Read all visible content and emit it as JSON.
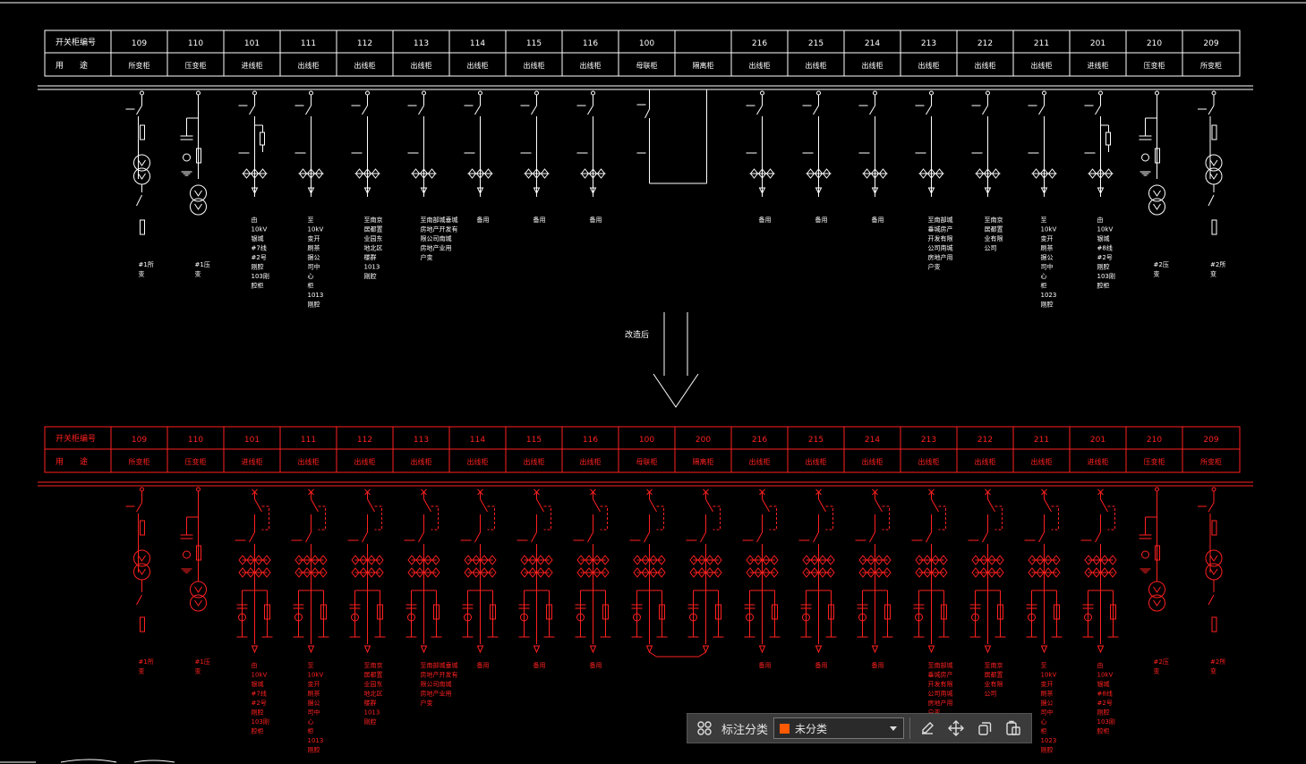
{
  "toolbar": {
    "label": "标注分类",
    "selected": "未分类",
    "selected_color": "#ff5a00",
    "icons": [
      "grid-icon",
      "edit-icon",
      "move-icon",
      "copy-icon",
      "paste-icon"
    ]
  },
  "arrow_label": "改造后",
  "colors": {
    "before": "#ffffff",
    "after": "#ff2020",
    "background": "#000000"
  },
  "before": {
    "header_label1": "开关柜编号",
    "header_label2": "用　　途",
    "columns": [
      {
        "no": "109",
        "use": "所变柜",
        "type": "pt",
        "desc": "#1所\n变"
      },
      {
        "no": "110",
        "use": "压变柜",
        "type": "vt",
        "desc": "#1压\n变"
      },
      {
        "no": "101",
        "use": "进线柜",
        "type": "inc",
        "desc": "由\n10kV\n银城\n#7线\n#2号\n刚腔\n103刚\n腔柜"
      },
      {
        "no": "111",
        "use": "出线柜",
        "type": "out",
        "desc": "至\n10kV\n变开\n刷茶\n据公\n司中\n心\n柜\n1013\n刚腔"
      },
      {
        "no": "112",
        "use": "出线柜",
        "type": "out",
        "desc": "至南京\n居都置\n业园东\n地北区\n楼群\n1013\n刚腔"
      },
      {
        "no": "113",
        "use": "出线柜",
        "type": "out",
        "desc": "至南部城垂城\n房地产开发有\n限公司南城\n房地产业用\n户变"
      },
      {
        "no": "114",
        "use": "出线柜",
        "type": "out",
        "desc": "备用"
      },
      {
        "no": "115",
        "use": "出线柜",
        "type": "out",
        "desc": "备用"
      },
      {
        "no": "116",
        "use": "出线柜",
        "type": "out",
        "desc": "备用"
      },
      {
        "no": "100",
        "use": "母联柜",
        "type": "tie",
        "desc": ""
      },
      {
        "no": "",
        "use": "隔离柜",
        "type": "empty",
        "desc": ""
      },
      {
        "no": "216",
        "use": "出线柜",
        "type": "out",
        "desc": "备用"
      },
      {
        "no": "215",
        "use": "出线柜",
        "type": "out",
        "desc": "备用"
      },
      {
        "no": "214",
        "use": "出线柜",
        "type": "out",
        "desc": "备用"
      },
      {
        "no": "213",
        "use": "出线柜",
        "type": "out",
        "desc": "至南部城\n垂城房产\n开发有限\n公司南城\n房地产用\n户变"
      },
      {
        "no": "212",
        "use": "出线柜",
        "type": "out",
        "desc": "至南京\n居都置\n业有限\n公司"
      },
      {
        "no": "211",
        "use": "出线柜",
        "type": "out",
        "desc": "至\n10kV\n变开\n刷茶\n据公\n司中\n心\n柜\n1023\n刚腔"
      },
      {
        "no": "201",
        "use": "进线柜",
        "type": "inc",
        "desc": "由\n10kV\n银城\n#8线\n#2号\n刚腔\n103刚\n腔柜"
      },
      {
        "no": "210",
        "use": "压变柜",
        "type": "vt",
        "desc": "#2压\n变"
      },
      {
        "no": "209",
        "use": "所变柜",
        "type": "pt",
        "desc": "#2所\n变"
      }
    ]
  },
  "after": {
    "header_label1": "开关柜编号",
    "header_label2": "用　　途",
    "columns": [
      {
        "no": "109",
        "use": "所变柜",
        "type": "pt",
        "desc": "#1所\n变"
      },
      {
        "no": "110",
        "use": "压变柜",
        "type": "vt",
        "desc": "#1压\n变"
      },
      {
        "no": "101",
        "use": "进线柜",
        "type": "out",
        "desc": "由\n10kV\n银城\n#7线\n#2号\n刚腔\n103刚\n腔柜"
      },
      {
        "no": "111",
        "use": "出线柜",
        "type": "out",
        "desc": "至\n10kV\n变开\n刷茶\n据公\n司中\n心\n柜\n1013\n刚腔"
      },
      {
        "no": "112",
        "use": "出线柜",
        "type": "out",
        "desc": "至南京\n居都置\n业园东\n地北区\n楼群\n1013\n刚腔"
      },
      {
        "no": "113",
        "use": "出线柜",
        "type": "out",
        "desc": "至南部城垂城\n房地产开发有\n限公司南城\n房地产业用\n户变"
      },
      {
        "no": "114",
        "use": "出线柜",
        "type": "out",
        "desc": "备用"
      },
      {
        "no": "115",
        "use": "出线柜",
        "type": "out",
        "desc": "备用"
      },
      {
        "no": "116",
        "use": "出线柜",
        "type": "out",
        "desc": "备用"
      },
      {
        "no": "100",
        "use": "母联柜",
        "type": "tie",
        "desc": ""
      },
      {
        "no": "200",
        "use": "隔离柜",
        "type": "tie2",
        "desc": ""
      },
      {
        "no": "216",
        "use": "出线柜",
        "type": "out",
        "desc": "备用"
      },
      {
        "no": "215",
        "use": "出线柜",
        "type": "out",
        "desc": "备用"
      },
      {
        "no": "214",
        "use": "出线柜",
        "type": "out",
        "desc": "备用"
      },
      {
        "no": "213",
        "use": "出线柜",
        "type": "out",
        "desc": "至南部城\n垂城房产\n开发有限\n公司南城\n房地产用\n户变"
      },
      {
        "no": "212",
        "use": "出线柜",
        "type": "out",
        "desc": "至南京\n居都置\n业有限\n公司"
      },
      {
        "no": "211",
        "use": "出线柜",
        "type": "out",
        "desc": "至\n10kV\n变开\n刷茶\n据公\n司中\n心\n柜\n1023\n刚腔"
      },
      {
        "no": "201",
        "use": "进线柜",
        "type": "out",
        "desc": "由\n10kV\n银城\n#8线\n#2号\n刚腔\n103刚\n腔柜"
      },
      {
        "no": "210",
        "use": "压变柜",
        "type": "vt",
        "desc": "#2压\n变"
      },
      {
        "no": "209",
        "use": "所变柜",
        "type": "pt",
        "desc": "#2所\n变"
      }
    ]
  }
}
